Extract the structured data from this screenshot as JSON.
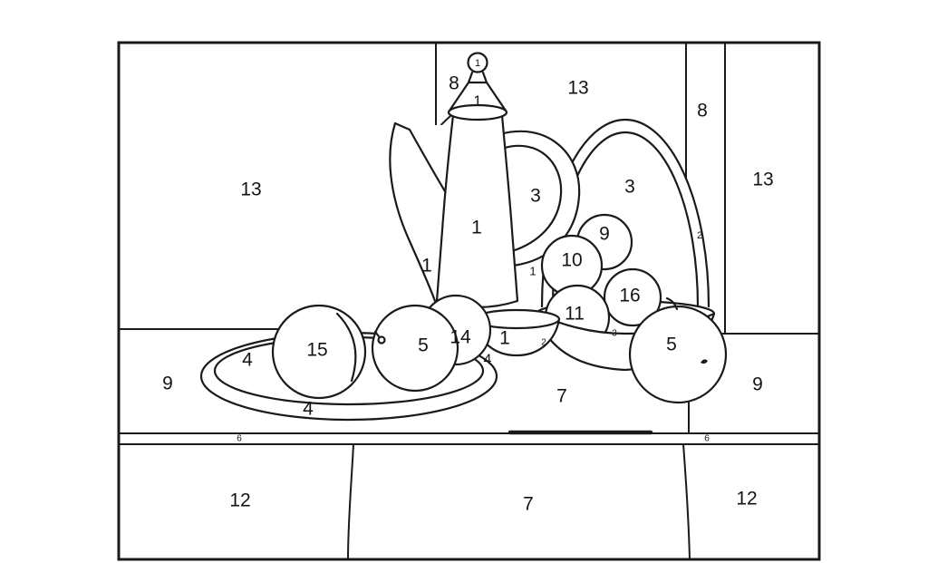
{
  "page": {
    "kind": "paint-by-number coloring page",
    "subject": "still life with coffee pot, basket and fruit"
  },
  "colors": {
    "line": "#1a1a1a",
    "background": "#ffffff"
  },
  "labels": [
    {
      "region": "wall-upper-left",
      "value": "8"
    },
    {
      "region": "pot-knob",
      "value": "1"
    },
    {
      "region": "pot-lid",
      "value": "1"
    },
    {
      "region": "wall-top-center",
      "value": "13"
    },
    {
      "region": "curtain-band-right",
      "value": "8"
    },
    {
      "region": "wall-right",
      "value": "13"
    },
    {
      "region": "wall-left",
      "value": "13"
    },
    {
      "region": "pot-handle-hole",
      "value": "3"
    },
    {
      "region": "basket-handle-hole",
      "value": "3"
    },
    {
      "region": "basket-handle-band",
      "value": "2"
    },
    {
      "region": "pot-body",
      "value": "1"
    },
    {
      "region": "pot-spout-base",
      "value": "1"
    },
    {
      "region": "basket-fruit-top",
      "value": "9"
    },
    {
      "region": "basket-fruit-left",
      "value": "10"
    },
    {
      "region": "pot-side-sliver",
      "value": "1"
    },
    {
      "region": "basket-fruit-right",
      "value": "16"
    },
    {
      "region": "basket-fruit-front",
      "value": "11"
    },
    {
      "region": "small-bowl",
      "value": "1"
    },
    {
      "region": "plate-fruit-back",
      "value": "14"
    },
    {
      "region": "plate-fruit-center",
      "value": "5"
    },
    {
      "region": "plate-fruit-left",
      "value": "15"
    },
    {
      "region": "plate-left",
      "value": "4"
    },
    {
      "region": "plate-right-sliver",
      "value": "4"
    },
    {
      "region": "table-left",
      "value": "9"
    },
    {
      "region": "table-fruit",
      "value": "5"
    },
    {
      "region": "table-right",
      "value": "9"
    },
    {
      "region": "plate-front-rim",
      "value": "4"
    },
    {
      "region": "table-front",
      "value": "7"
    },
    {
      "region": "tablecloth-left",
      "value": "12"
    },
    {
      "region": "tablecloth-center",
      "value": "7"
    },
    {
      "region": "tablecloth-right",
      "value": "12"
    },
    {
      "region": "table-edge-left",
      "value": "6"
    },
    {
      "region": "table-edge-right",
      "value": "6"
    },
    {
      "region": "small-bowl-edge",
      "value": "2"
    },
    {
      "region": "basket-rim-front",
      "value": "3"
    }
  ]
}
